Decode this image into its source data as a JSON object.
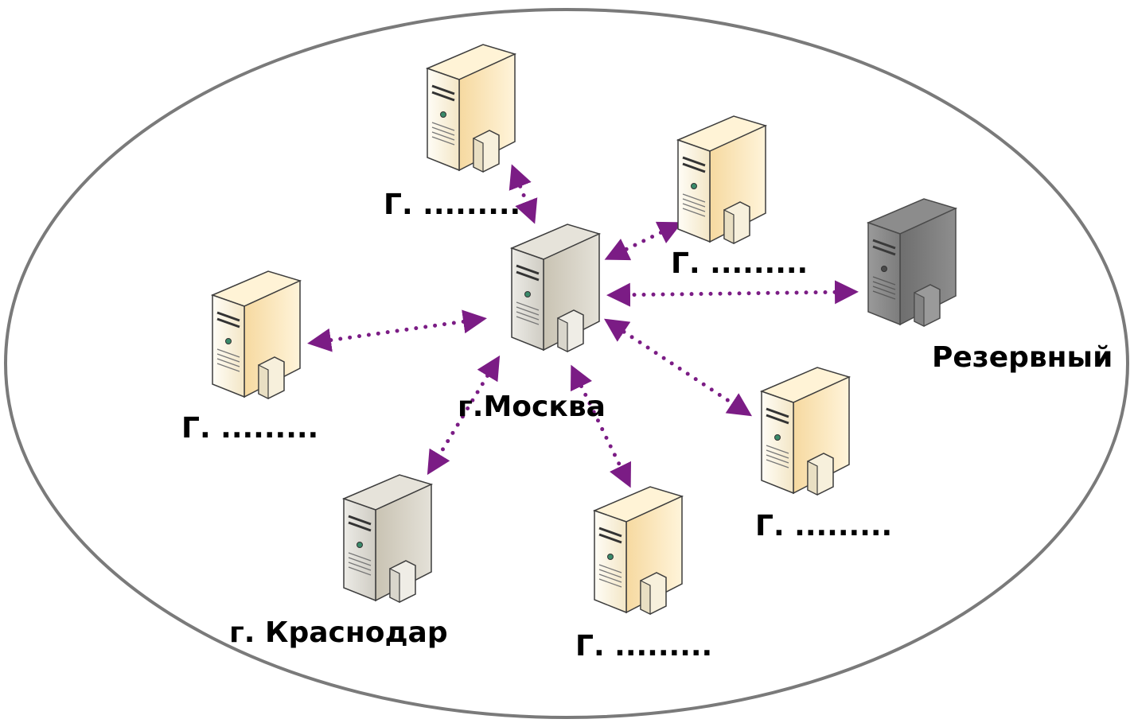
{
  "diagram": {
    "labels": {
      "top": "Г. .........",
      "upper_right": "Г. .........",
      "reserve": "Резервный",
      "left": "Г. .........",
      "center": "г.Москва",
      "right": "Г. .........",
      "krasnodar": "г. Краснодар",
      "bottom": "Г. ........."
    },
    "colors": {
      "connector": "#7b1c85",
      "boundary": "#7a7a7a",
      "server_beige": "#f2e0b4",
      "server_gray": "#c7c3b8",
      "server_dark": "#7a7a7a"
    },
    "icons": {
      "server": "server-tower-icon"
    }
  }
}
